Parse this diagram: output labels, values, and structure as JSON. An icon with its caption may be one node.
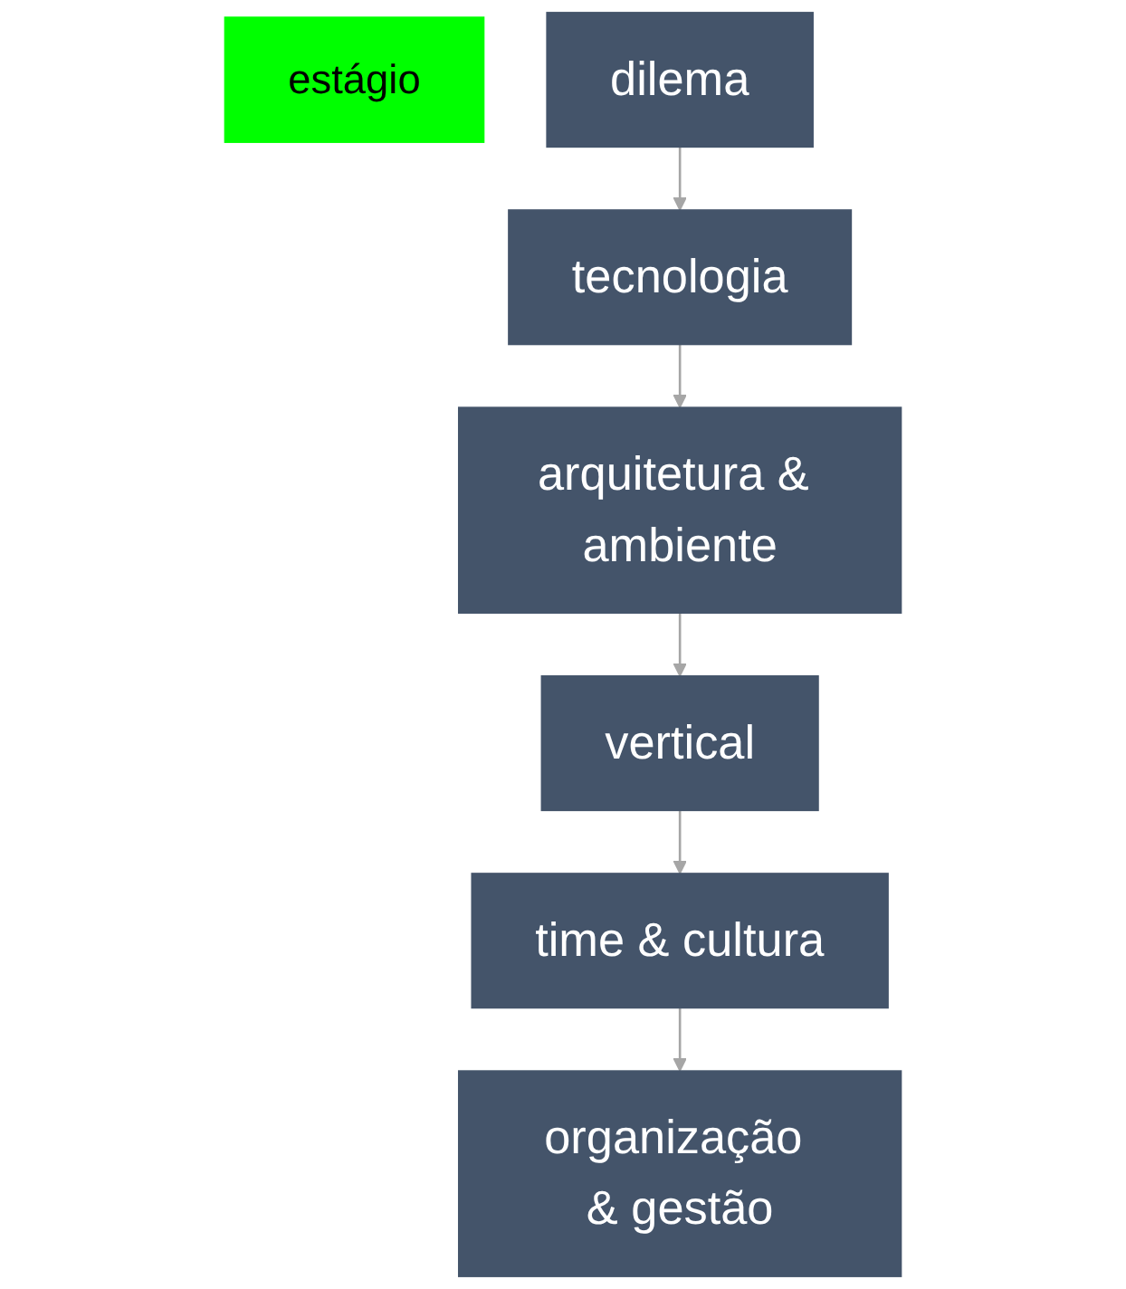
{
  "diagram": {
    "nodes": [
      {
        "text": [
          "estágio"
        ]
      },
      {
        "text": [
          "dilema"
        ]
      },
      {
        "text": [
          "tecnologia"
        ]
      },
      {
        "text": [
          "arquitetura & ambiente"
        ]
      },
      {
        "text": [
          "vertical"
        ]
      },
      {
        "text": [
          "time & cultura"
        ]
      },
      {
        "text": [
          "organização & gestão"
        ]
      }
    ],
    "edges": [
      {
        "from": 1,
        "to": 2,
        "arrow": "to"
      },
      {
        "from": 2,
        "to": 3,
        "arrow": "to"
      },
      {
        "from": 3,
        "to": 4,
        "arrow": "to"
      },
      {
        "from": 4,
        "to": 5,
        "arrow": "to"
      },
      {
        "from": 5,
        "to": 6,
        "arrow": "to"
      }
    ]
  }
}
